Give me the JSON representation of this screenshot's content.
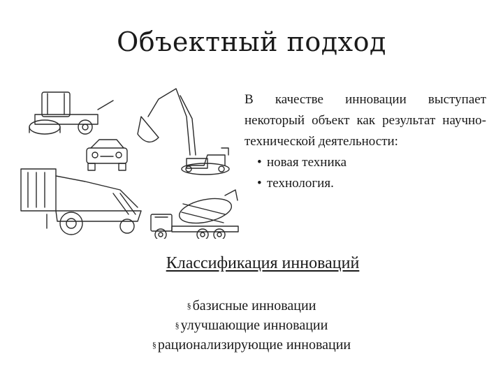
{
  "slide": {
    "title": "Объектный подход",
    "body_paragraph": "В качестве инновации выступает некоторый объект как результат научно-технической деятельности:",
    "bullets": [
      "новая техника",
      "технология."
    ],
    "subtitle": "Классификация инноваций",
    "classification_marker": "§",
    "classification": [
      "базисные инновации",
      "улучшающие инновации",
      "рационализирующие инновации"
    ]
  },
  "illustration": {
    "icons": [
      "road-roller-icon",
      "excavator-icon",
      "car-icon",
      "combine-harvester-icon",
      "concrete-mixer-truck-icon"
    ]
  }
}
